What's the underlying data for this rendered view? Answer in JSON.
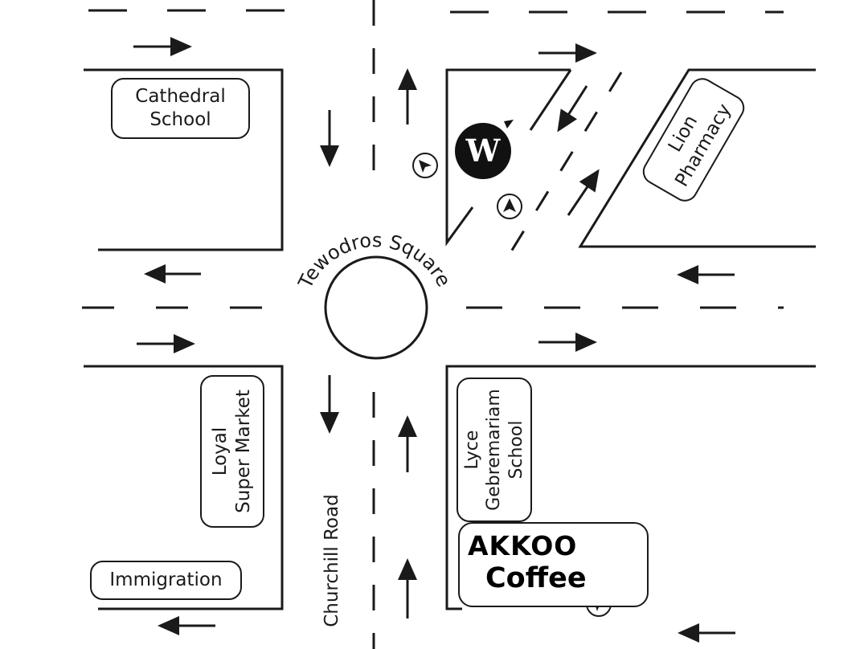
{
  "colors": {
    "ink": "#1a1a1a",
    "background": "#ffffff"
  },
  "square": {
    "name": "Tewodros Square"
  },
  "roads": {
    "south": "Churchill Road"
  },
  "places": {
    "cathedral_school": "Cathedral\nSchool",
    "lion_pharmacy": "Lion\nPharmacy",
    "loyal_super_market": "Loyal\nSuper Market",
    "lyce_school": "Lyce\nGebremariam\nSchool",
    "immigration": "Immigration"
  },
  "hotel_logo": {
    "letter": "W",
    "icon": "hotel-w-logo-icon"
  },
  "brand": {
    "line1": "AKKOO",
    "line2": "Coffee",
    "icon": "coffee-bean-icon"
  },
  "location_markers": {
    "icon": "navigation-arrow-icon",
    "count": 3
  }
}
